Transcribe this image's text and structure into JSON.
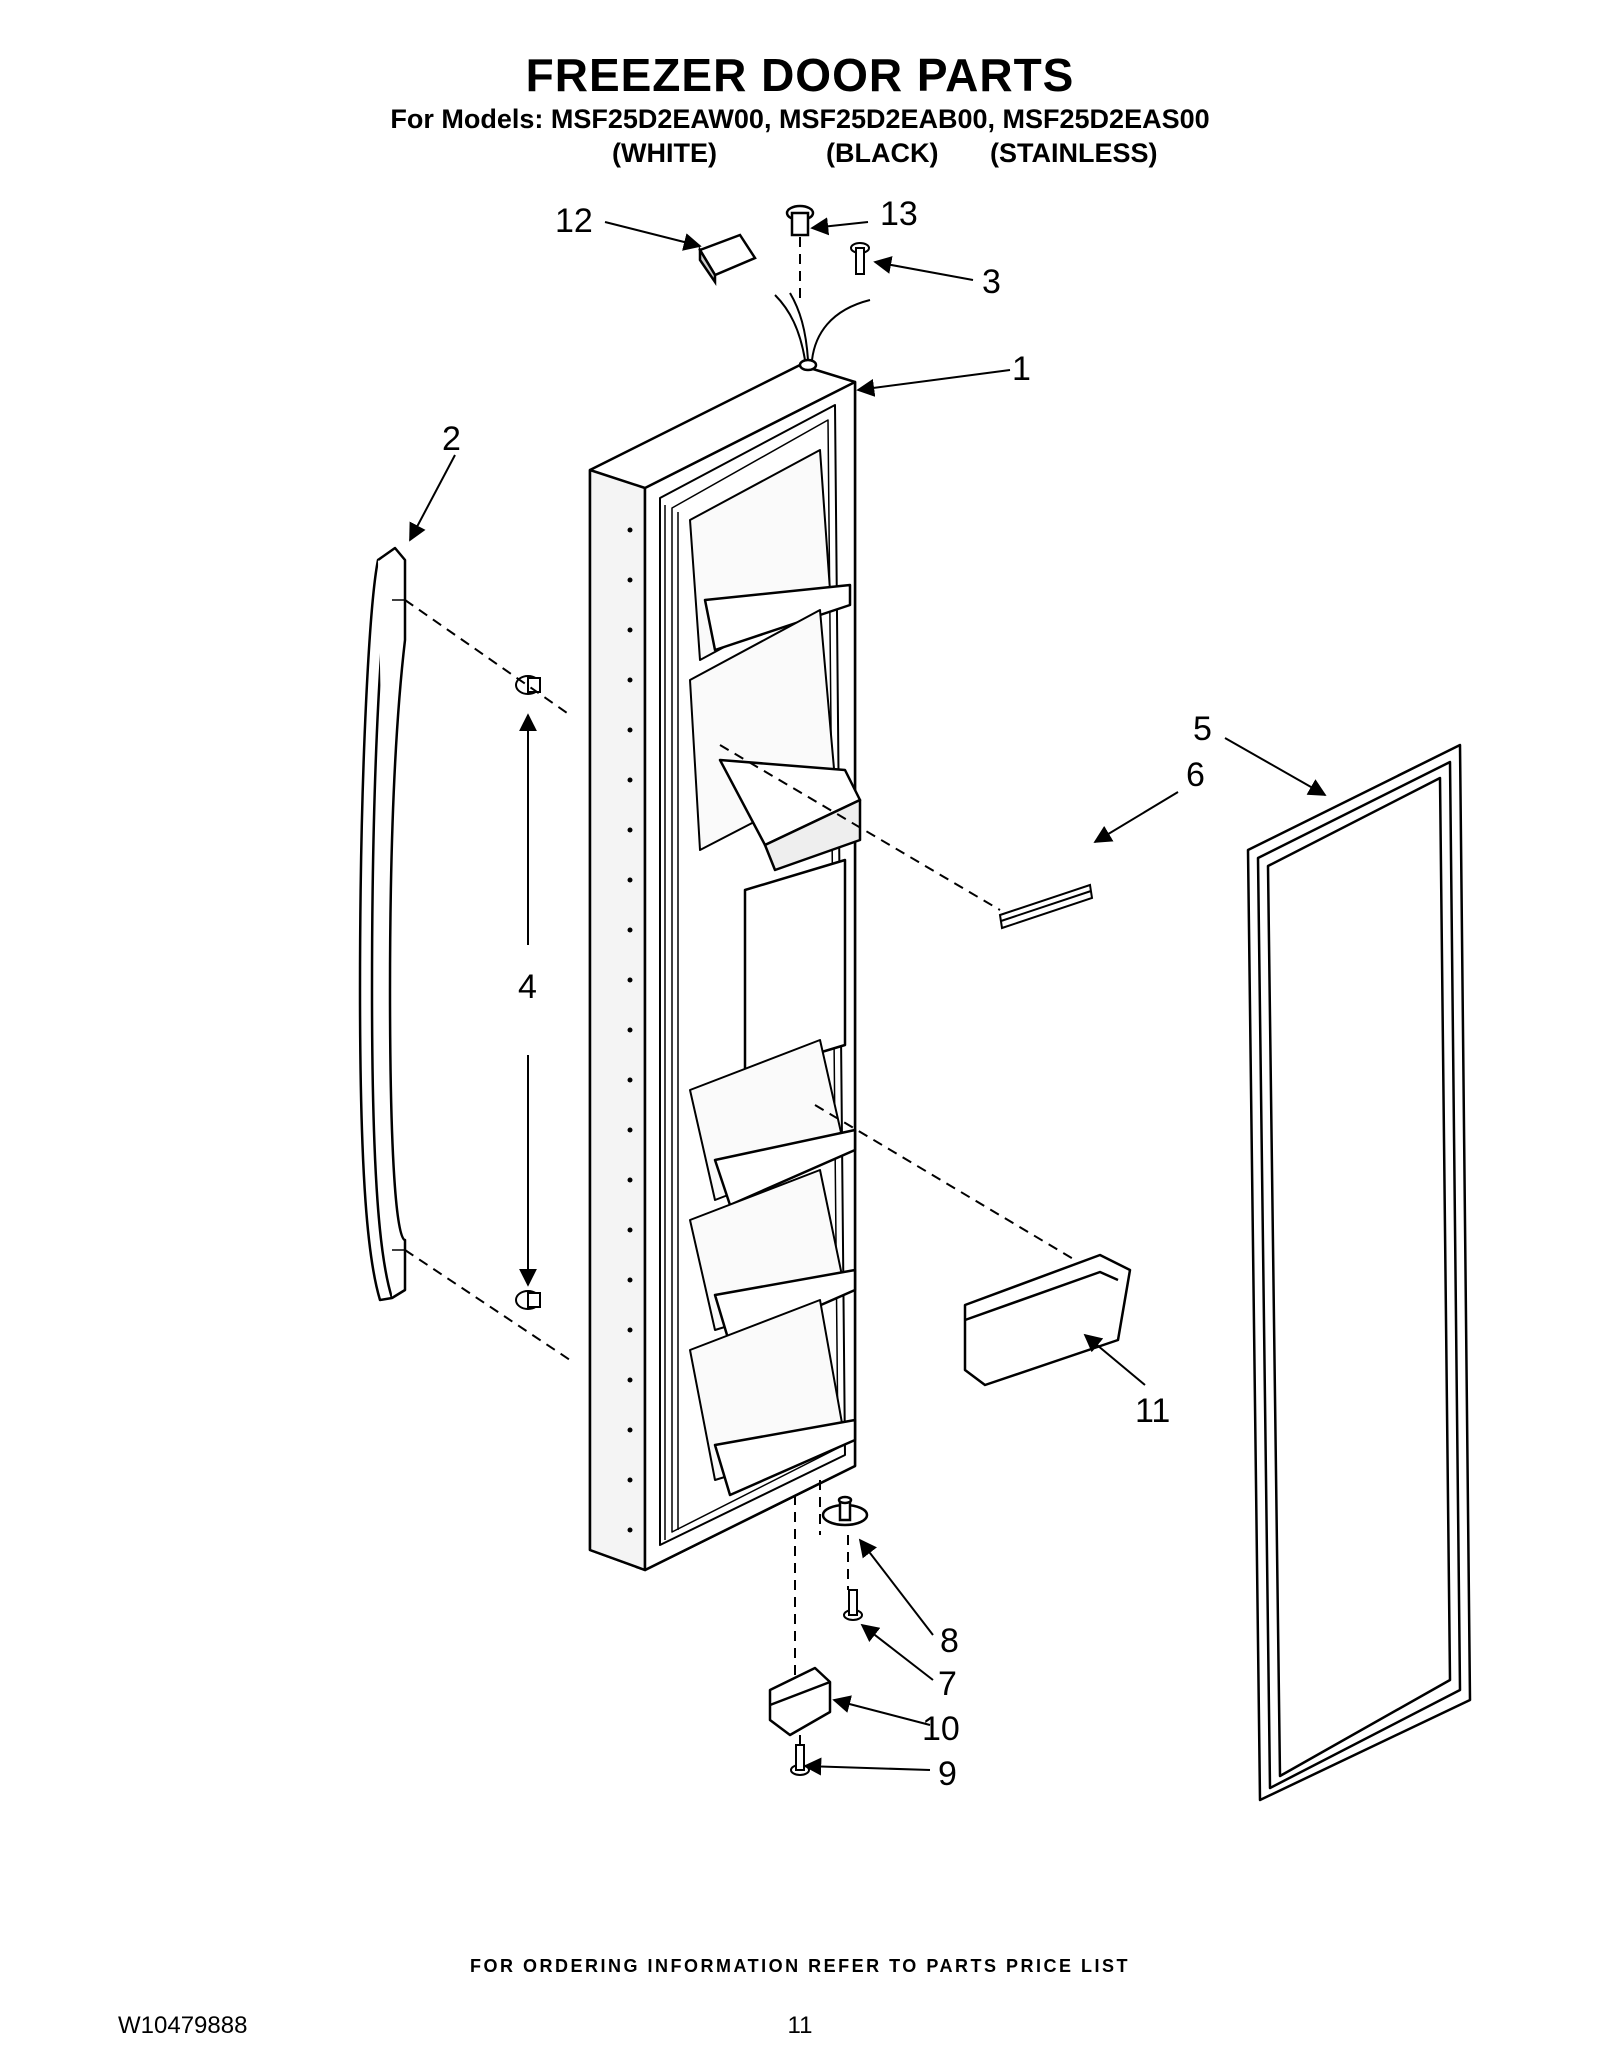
{
  "header": {
    "title": "FREEZER DOOR PARTS",
    "models_line": "For Models: MSF25D2EAW00, MSF25D2EAB00, MSF25D2EAS00",
    "variants": [
      "(WHITE)",
      "(BLACK)",
      "(STAINLESS)"
    ]
  },
  "callouts": {
    "c1": "1",
    "c2": "2",
    "c3": "3",
    "c4": "4",
    "c5": "5",
    "c6": "6",
    "c7": "7",
    "c8": "8",
    "c9": "9",
    "c10": "10",
    "c11": "11",
    "c12": "12",
    "c13": "13"
  },
  "footer": {
    "ordering_note": "FOR ORDERING INFORMATION REFER TO PARTS PRICE LIST",
    "document_number": "W10479888",
    "page_number": "11"
  }
}
